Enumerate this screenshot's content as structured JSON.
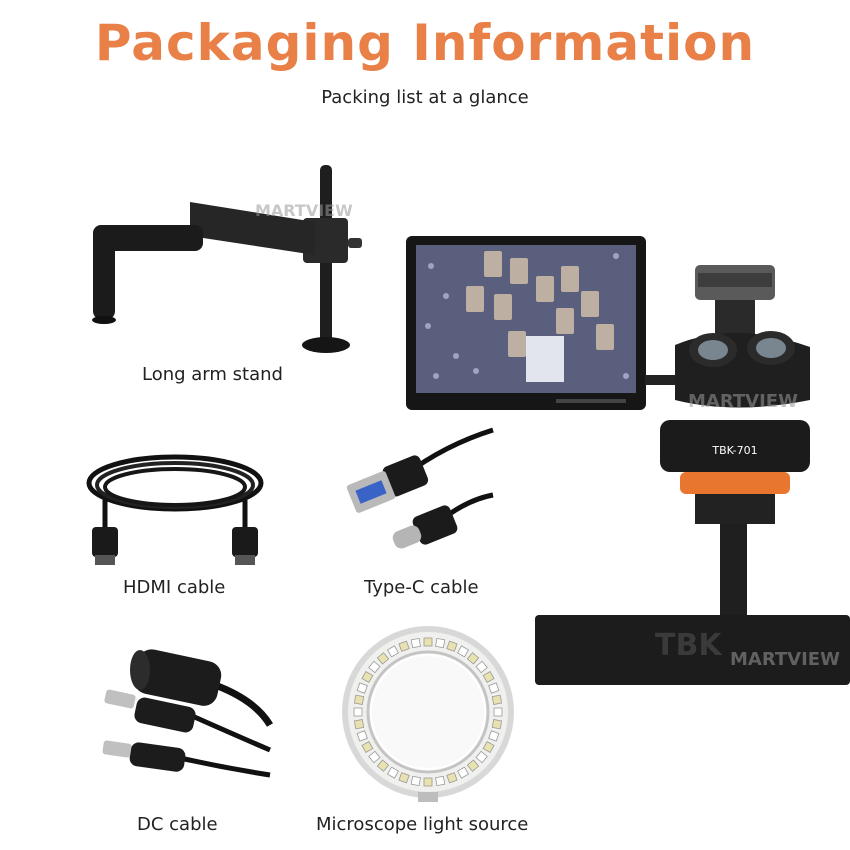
{
  "title": "Packaging Information",
  "subtitle": "Packing list at a glance",
  "watermark": "MARTVIEW",
  "model_label": "TBK-701",
  "base_brand": "TBK",
  "colors": {
    "title": "#e88048",
    "accent_orange": "#e8762e",
    "product_black": "#1e1e1e"
  },
  "items": [
    {
      "label": "Long arm stand",
      "icon": "long-arm-stand"
    },
    {
      "label": "HDMI cable",
      "icon": "hdmi-cable"
    },
    {
      "label": "Type-C cable",
      "icon": "type-c-cable"
    },
    {
      "label": "DC cable",
      "icon": "dc-cable"
    },
    {
      "label": "Microscope light source",
      "icon": "ring-light"
    }
  ]
}
